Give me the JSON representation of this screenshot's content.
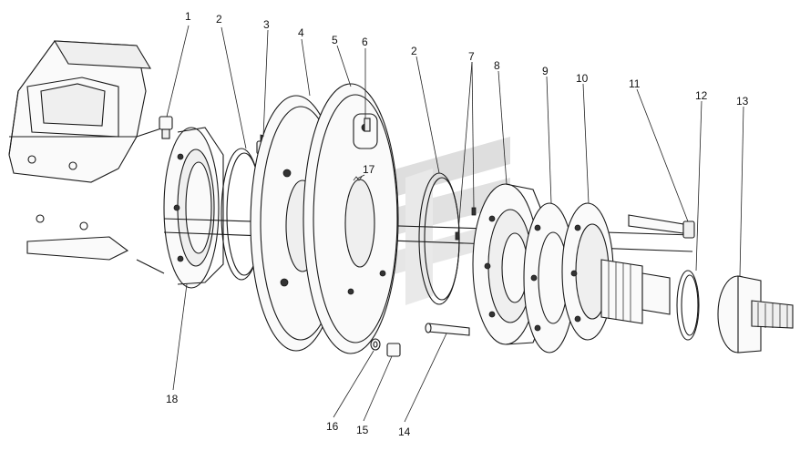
{
  "diagram": {
    "callouts": [
      {
        "id": "c1",
        "label": "1"
      },
      {
        "id": "c2a",
        "label": "2"
      },
      {
        "id": "c3",
        "label": "3"
      },
      {
        "id": "c4",
        "label": "4"
      },
      {
        "id": "c5",
        "label": "5"
      },
      {
        "id": "c6",
        "label": "6"
      },
      {
        "id": "c2b",
        "label": "2"
      },
      {
        "id": "c7",
        "label": "7"
      },
      {
        "id": "c8",
        "label": "8"
      },
      {
        "id": "c9",
        "label": "9"
      },
      {
        "id": "c10",
        "label": "10"
      },
      {
        "id": "c11",
        "label": "11"
      },
      {
        "id": "c12",
        "label": "12"
      },
      {
        "id": "c13",
        "label": "13"
      },
      {
        "id": "c17",
        "label": "17"
      },
      {
        "id": "c18",
        "label": "18"
      },
      {
        "id": "c16",
        "label": "16"
      },
      {
        "id": "c15",
        "label": "15"
      },
      {
        "id": "c14",
        "label": "14"
      }
    ],
    "watermark_colors": {
      "primary": "#d9d9d9",
      "secondary": "#e6e6e6"
    }
  }
}
